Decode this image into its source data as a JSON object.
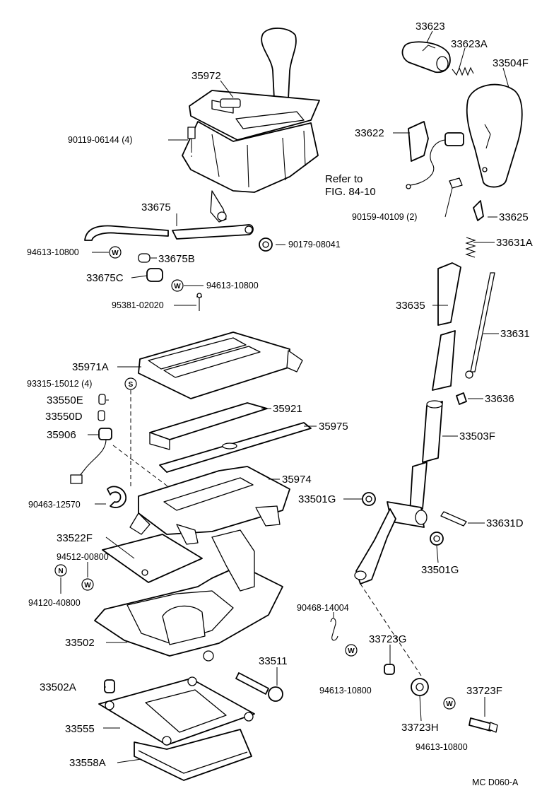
{
  "labels": {
    "p35972": "35972",
    "p90119": "90119-06144 (4)",
    "p33675": "33675",
    "p94613a": "94613-10800",
    "p33675B": "33675B",
    "p90179": "90179-08041",
    "p33675C": "33675C",
    "p94613b": "94613-10800",
    "p95381": "95381-02020",
    "p35971A": "35971A",
    "p93315": "93315-15012 (4)",
    "p33550E": "33550E",
    "p33550D": "33550D",
    "p35906": "35906",
    "p35921": "35921",
    "p35975": "35975",
    "p35974": "35974",
    "p90463": "90463-12570",
    "p33522F": "33522F",
    "p94512": "94512-00800",
    "p94120": "94120-40800",
    "p33502": "33502",
    "p33502A": "33502A",
    "p33511": "33511",
    "p33555": "33555",
    "p33558A": "33558A",
    "p33623": "33623",
    "p33623A": "33623A",
    "p33504F": "33504F",
    "p33622": "33622",
    "refer1": "Refer to",
    "refer2": "FIG. 84-10",
    "p90159": "90159-40109 (2)",
    "p33625": "33625",
    "p33631A": "33631A",
    "p33635": "33635",
    "p33631": "33631",
    "p33636": "33636",
    "p33503F": "33503F",
    "p33501Ga": "33501G",
    "p33631D": "33631D",
    "p33501Gb": "33501G",
    "p90468": "90468-14004",
    "p33723G": "33723G",
    "p94613c": "94613-10800",
    "p33723H": "33723H",
    "p33723F": "33723F",
    "p94613d": "94613-10800",
    "footer": "MC  D060-A"
  },
  "symbols": {
    "washer": "W",
    "screw": "S",
    "nut": "N"
  }
}
